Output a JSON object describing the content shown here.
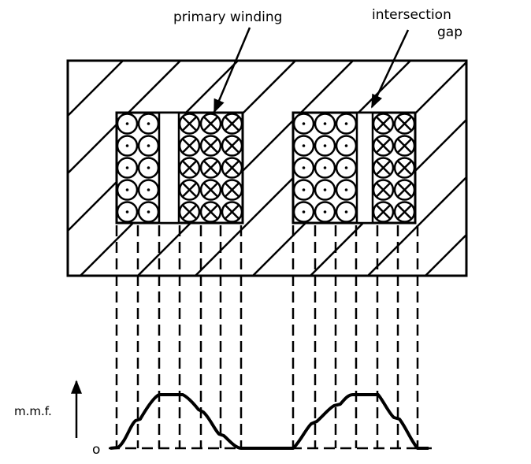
{
  "labels": {
    "primary_winding": "primary winding",
    "intersection": "intersection",
    "gap": "gap",
    "mmf": "m.m.f.",
    "origin": "o"
  },
  "colors": {
    "ink": "#000000",
    "background": "#ffffff"
  },
  "coils": [
    {
      "name": "left",
      "dot_columns": 2,
      "cross_columns": 3,
      "rows": 5
    },
    {
      "name": "right",
      "dot_columns": 3,
      "cross_columns": 2,
      "rows": 5
    }
  ]
}
